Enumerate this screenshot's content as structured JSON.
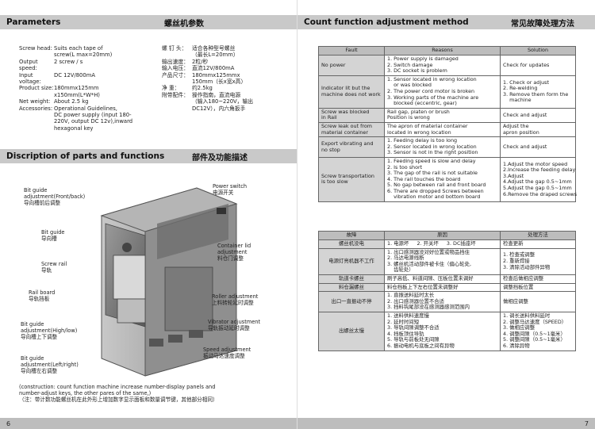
{
  "left": {
    "params_header": {
      "en": "Parameters",
      "cn": "螺丝机参数"
    },
    "spec_en": [
      {
        "k": "Screw   head:",
        "v": [
          "Suits each tape of",
          "screw(L max=20mm)"
        ]
      },
      {
        "k": "Output speed:",
        "v": [
          "2 screw / s"
        ]
      },
      {
        "k": "Input  voltage:",
        "v": [
          "DC 12V/800mA"
        ]
      },
      {
        "k": "Product  size:",
        "v": [
          "180mmx125mm",
          "x150mm(L*W*H)"
        ]
      },
      {
        "k": "Net    weight:",
        "v": [
          "About 2.5 kg"
        ]
      },
      {
        "k": "Accessories:",
        "v": [
          "Operational Guidelines,",
          "DC power supply (input 180-",
          "220V, output DC 12v),inward",
          "hexagonal key"
        ]
      }
    ],
    "spec_cn": [
      {
        "k": "螺 钉 头：",
        "v": [
          "适合各种型号螺丝",
          "（最长L=20mm）"
        ]
      },
      {
        "k": "输出速度：",
        "v": [
          "2粒/秒"
        ]
      },
      {
        "k": "输入电压：",
        "v": [
          "直流12V/800mA"
        ]
      },
      {
        "k": "产品尺寸：",
        "v": [
          "180mmx125mmx",
          "150mm（长x宽x高）"
        ]
      },
      {
        "k": "净    重：",
        "v": [
          "约2.5kg"
        ]
      },
      {
        "k": "附带配件：",
        "v": [
          "操作指南，直流电源",
          "（输入180~220V，输出",
          "DC12V），内六角扳手"
        ]
      }
    ],
    "parts_header": {
      "en": "Discription of parts and functions",
      "cn": "部件及功能描述"
    },
    "callouts": [
      {
        "en": "Bit guide adjustment(Front/back)",
        "cn": "导向槽前后调整"
      },
      {
        "en": "Bit guide",
        "cn": "导向槽"
      },
      {
        "en": "Screw rail",
        "cn": "导轨"
      },
      {
        "en": "Rail board",
        "cn": "导轨挡板"
      },
      {
        "en": "Bit guide adjustment(High/low)",
        "cn": "导向槽上下调整"
      },
      {
        "en": "Bit guide adjustment(Left/right)",
        "cn": "导向槽左右调整"
      },
      {
        "en": "Power switch",
        "cn": "电源开关"
      },
      {
        "en": "Container lid adjustment",
        "cn": "料仓门调整"
      },
      {
        "en": "Roller adjustment",
        "cn": "上料转轮延时调整"
      },
      {
        "en": "Vibrator adjustment",
        "cn": "导轨振动延时调整"
      },
      {
        "en": "Speed adjustment",
        "cn": "振动马达速度调整"
      }
    ],
    "note": [
      "(construction: count function machine increase number-display panels and",
      "number-adjust keys, the other pares of the same,)",
      "（注：带计数功能螺丝机在此外形上增加数字显示面板和数量调节键，其他部分相同）"
    ],
    "page_no": "6"
  },
  "right": {
    "header": {
      "en": "Count function adjustment method",
      "cn": "常见故障处理方法"
    },
    "en_table": {
      "headers": [
        "Fault",
        "Reasons",
        "Solution"
      ],
      "rows": [
        {
          "fault": [
            "No power"
          ],
          "reasons": [
            "1. Power supply is damaged",
            "2. Switch damage",
            "3. DC socket is problem"
          ],
          "solution": [
            "Check for updates"
          ]
        },
        {
          "fault": [
            "Indicator lit but the",
            "machine does not work"
          ],
          "reasons": [
            "1. Sensor located in wrong location",
            "    or was blocked",
            "2. The power cord motor is broken",
            "3. Working parts of the machine are",
            "    blocked (eccentric, gear)"
          ],
          "solution": [
            "1. Check or adjust",
            "2. Re-welding",
            "3. Remove them form the",
            "    machine"
          ]
        },
        {
          "fault": [
            "Screw was blocked",
            "in Rail"
          ],
          "reasons": [
            "Rail gap, platen or brush",
            "Position is wrong"
          ],
          "solution": [
            "Check and adjust"
          ]
        },
        {
          "fault": [
            "Screw leak out from",
            "material container"
          ],
          "reasons": [
            "The apron of material container",
            "located in wrong location"
          ],
          "solution": [
            "Adjust the",
            "apron position"
          ]
        },
        {
          "fault": [
            "Export vibrating and",
            "no stop"
          ],
          "reasons": [
            "1. Feeding delay is too long",
            "2. Sensor located in wrong location",
            "3. Sensor is not in the right position"
          ],
          "solution": [
            "Check and adjust"
          ]
        },
        {
          "fault": [
            "Screw transportation",
            "is too slow"
          ],
          "reasons": [
            "1. Feeding speed is slow and delay",
            "2. Is too short",
            "3. The gap of the rail is not suitable",
            "4. The rail touches the board",
            "5. No gap between rail and front board",
            "6. There are dropped Screws between",
            "    vibration motor and bottom board"
          ],
          "solution": [
            "1.Adjust the motor speed",
            "2.Increase the feeding delay",
            "3.Adjust",
            "4.Adjust the gap 0.5~1mm",
            "5.Adjust the gap 0.5~1mm",
            "6.Remove the draped screws"
          ]
        }
      ]
    },
    "cn_table": {
      "headers": [
        "故障",
        "原因",
        "处理方法"
      ],
      "rows": [
        {
          "fault": [
            "螺丝机没电"
          ],
          "reasons": [
            "1. 电源坏     2. 开关坏     3. DC插座坏"
          ],
          "solution": [
            "检查更新"
          ]
        },
        {
          "fault": [
            "电源灯亮机器不工作"
          ],
          "reasons": [
            "1. 出口感测器没对好位置或物品挡住",
            "2. 马达电源线断",
            "3. 螺丝机活动部件被卡住（偏心轮处,",
            "    齿轮处）"
          ],
          "solution": [
            "1. 检查或调整",
            "2. 重新焊接",
            "3. 清除活动部件异物"
          ]
        },
        {
          "fault": [
            "轨道卡螺丝"
          ],
          "reasons": [
            "刷子高低、料道间隙、压板位置未调好"
          ],
          "solution": [
            "检查后做相应调整"
          ]
        },
        {
          "fault": [
            "料仓漏螺丝"
          ],
          "reasons": [
            "料仓挡板上下左右位置未调整好"
          ],
          "solution": [
            "调整挡板位置"
          ]
        },
        {
          "fault": [
            "出口一直振动不停"
          ],
          "reasons": [
            "1. 直振送料延时太长",
            "2. 出口感测器位置不合适",
            "3. 挡料钩尾部没在感测器感测范围内"
          ],
          "solution": [
            "做相应调整"
          ]
        },
        {
          "fault": [
            "出螺丝太慢"
          ],
          "reasons": [
            "1. 送料供料速度慢",
            "2. 延时时间短",
            "3. 导轨间隙调整不合适",
            "4. 挡板顶住导轨",
            "5. 导轨与前板处无间隙",
            "6. 振动电机与底板之间有异物"
          ],
          "solution": [
            "1. 调长送料供料延时",
            "2. 调整马达速度（SPEED）",
            "3. 做相应调整",
            "4. 调整间隙（0.5~1毫米）",
            "5. 调整间隙（0.5~1毫米）",
            "6. 清除异物"
          ]
        }
      ]
    },
    "page_no": "7"
  },
  "colors": {
    "bar": "#c9c9c9",
    "footer": "#bdbdbd",
    "fault_cell": "#d4d4d4",
    "table_header": "#bdbdbd"
  }
}
